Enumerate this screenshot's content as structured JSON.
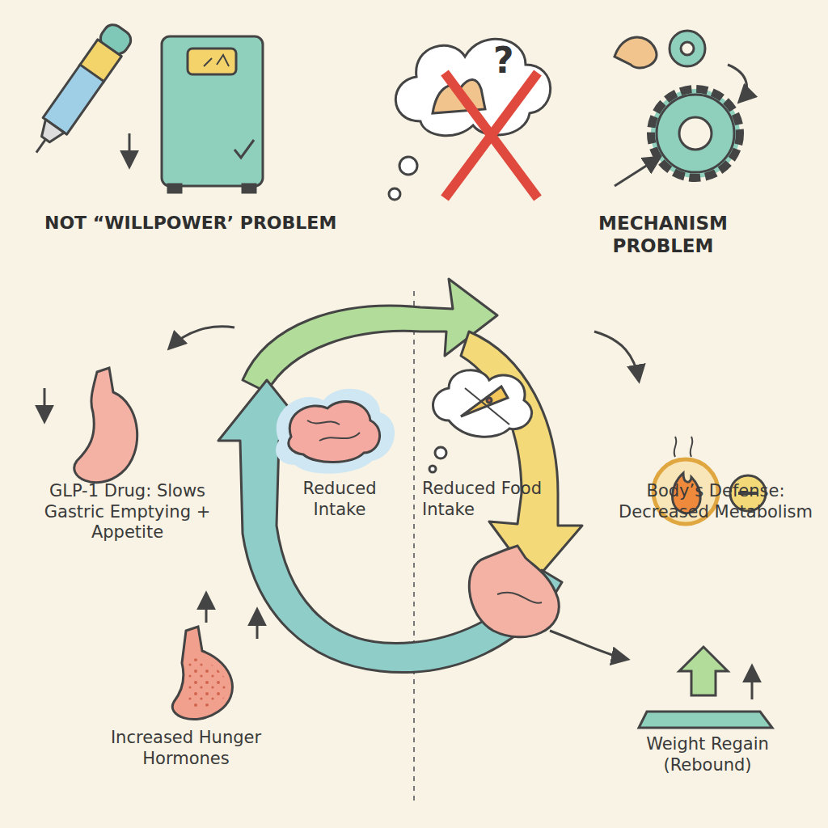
{
  "diagram": {
    "labels": [
      "NOT “WILLPOWER’ PROBLEM",
      "MECHANISM PROBLEM",
      "GLP-1 Drug: Slows Gastric Emptying + Appetite",
      "Reduced Intake",
      "Reduced Food Intake",
      "Body’s Defense: Decreased Metabolism",
      "Increased Hunger Hormones",
      "Weight Regain (Rebound)"
    ]
  }
}
